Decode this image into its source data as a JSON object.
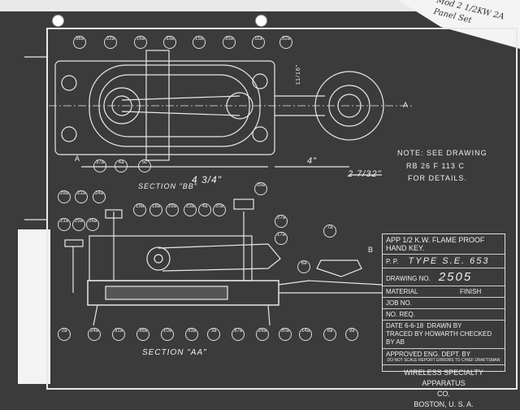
{
  "corner_note": "Mod 2 1/2KW 2A Panel Set",
  "note": {
    "line1": "NOTE: SEE DRAWING",
    "line2": "RB 26 F 113 C",
    "line3": "FOR DETAILS."
  },
  "sections": {
    "bb": "SECTION \"BB\"",
    "aa": "SECTION \"AA\""
  },
  "dimensions": {
    "width_bb": "4 3/4\"",
    "arm": "4\"",
    "knob": "2 7/32\"",
    "offset": "11/16\""
  },
  "section_marks": {
    "a_left": "A",
    "a_right": "A",
    "b": "B"
  },
  "title_block": {
    "title": "APP 1/2 K.W. FLAME PROOF HAND KEY.",
    "pp_label": "P. P.",
    "type": "TYPE S.E. 653",
    "drawing_no_label": "DRAWING NO.",
    "drawing_no": "2505",
    "material_label": "MATERIAL",
    "finish_label": "FINISH",
    "job_no_label": "JOB NO.",
    "no_req_label": "NO. REQ.",
    "date": "DATE 6-6-18",
    "drawn_by": "DRAWN BY",
    "traced_by": "TRACED BY HOWARTH",
    "checked_by": "CHECKED BY AB",
    "approved": "APPROVED ENG. DEPT. BY",
    "scale_note": "DO NOT SCALE  REPORT ERRORS TO CHIEF DRAFTSMAN",
    "company": "WIRELESS SPECIALTY APPARATUS",
    "company2": "CO.",
    "city": "BOSTON, U. S. A."
  },
  "balloons_top": [
    "36a",
    "22a",
    "16a",
    "33a",
    "15a",
    "35a",
    "11a",
    "32a"
  ],
  "balloons_bb": [
    "37a",
    "4a",
    "5c"
  ],
  "balloons_aa_upper": [
    "28a",
    "21a",
    "24a",
    "19a",
    "18a",
    "29a",
    "23a",
    "4a",
    "20a",
    "25a",
    "27a",
    "17a",
    "21a",
    "25a",
    "26a",
    "7a",
    "6a"
  ],
  "balloons_bottom": [
    "2a",
    "24a",
    "31a",
    "38a",
    "10a",
    "33a",
    "3a",
    "37a",
    "26a",
    "30a",
    "14a",
    "8a",
    "9a"
  ]
}
